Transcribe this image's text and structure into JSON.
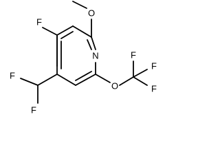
{
  "molecule": {
    "atoms": {
      "ring_n": "N",
      "ring_f": "F",
      "methoxy_o": "O",
      "ether_o": "O",
      "cf3_f1": "F",
      "cf3_f2": "F",
      "cf3_f3": "F",
      "chf2_f1": "F",
      "chf2_f2": "F"
    }
  }
}
